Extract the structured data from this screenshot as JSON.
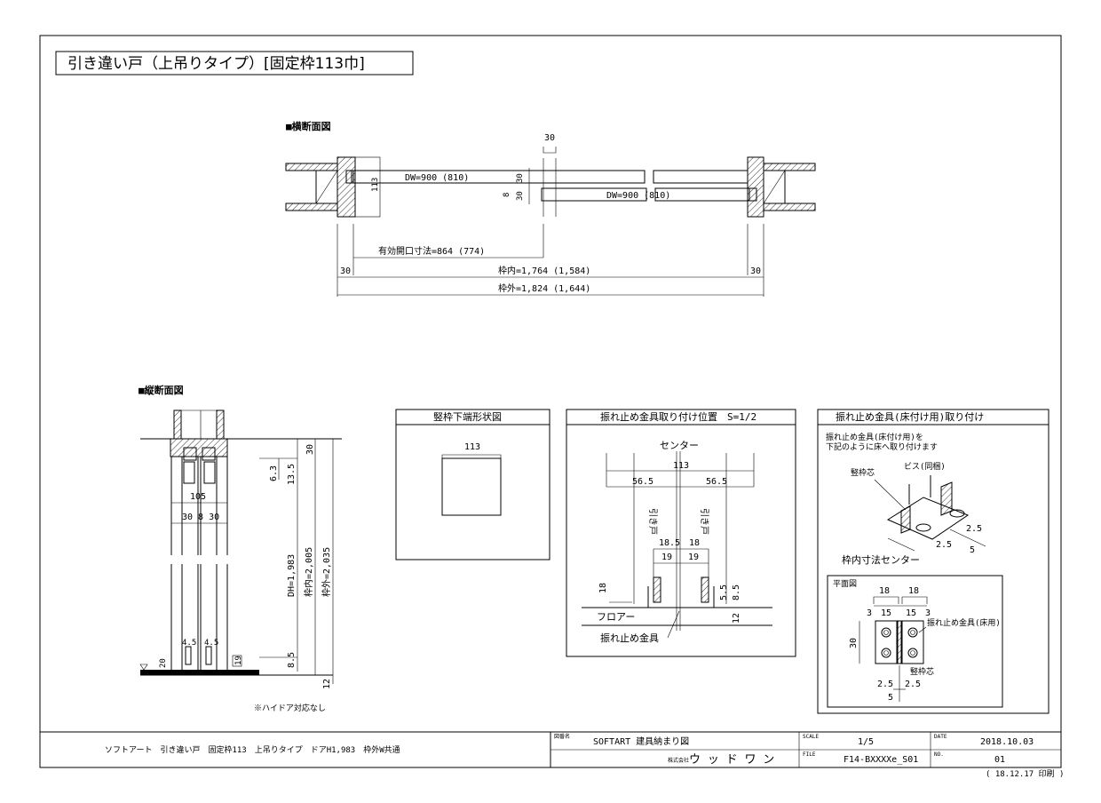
{
  "title": "引き違い戸（上吊りタイプ）[固定枠113巾]",
  "plan_section": {
    "heading": "■横断面図",
    "gap": "30",
    "door_left": "DW=900 (810)",
    "door_right": "DW=900 (810)",
    "thickness": "113",
    "offset_30a": "30",
    "offset_30b": "30",
    "offset_8": "8",
    "effective_opening": "有効開口寸法=864 (774)",
    "frame_side_left": "30",
    "frame_side_right": "30",
    "frame_inner": "枠内=1,764 (1,584)",
    "frame_outer": "枠外=1,824 (1,644)"
  },
  "vertical_section": {
    "heading": "■縦断面図",
    "d105": "105",
    "d30830": "30 8 30",
    "d30": "30",
    "d63": "6.3",
    "d135": "13.5",
    "dh": "DH=1,983",
    "inner_h": "枠内=2,005",
    "outer_h": "枠外=2,035",
    "d45a": "4.5",
    "d45b": "4.5",
    "d20": "20",
    "d19": "19",
    "d85": "8.5",
    "d12": "12",
    "note": "※ハイドア対応なし"
  },
  "frame_profile": {
    "heading": "竪枠下端形状図",
    "width": "113"
  },
  "stopper_position": {
    "heading": "振れ止め金具取り付け位置　S=1/2",
    "center": "センター",
    "d113": "113",
    "d565a": "56.5",
    "d565b": "56.5",
    "door_left": "引き戸",
    "door_right": "引き戸",
    "d185": "18.5",
    "d18": "18",
    "d19a": "19",
    "d19b": "19",
    "d18v": "18",
    "d55": "5.5",
    "d85": "8.5",
    "d12": "12",
    "floor": "フロアー",
    "bracket": "振れ止め金具"
  },
  "stopper_install": {
    "heading": "振れ止め金具(床付け用)取り付け",
    "note1": "振れ止め金具(床付け用)を",
    "note2": "下記のように床へ取り付けます",
    "screw": "ビス(同梱)",
    "core": "竪枠芯",
    "d25a": "2.5",
    "d25b": "2.5",
    "d5": "5",
    "center": "枠内寸法センター",
    "plan_heading": "平面図",
    "p18a": "18",
    "p18b": "18",
    "p3a": "3",
    "p15a": "15",
    "p15b": "15",
    "p3b": "3",
    "p30": "30",
    "p_bracket": "振れ止め金具(床用)",
    "p_core": "竪枠芯",
    "p25a": "2.5",
    "p25b": "2.5",
    "p5": "5"
  },
  "title_block": {
    "description": "ソフトアート　引き違い戸　固定枠113　上吊りタイプ　ドアH1,983　枠外W共通",
    "drawing_label": "図番名",
    "drawing_name": "SOFTART 建具納まり図",
    "company_label": "株式会社",
    "company": "ウ ッ ド ワ ン",
    "scale_label": "SCALE",
    "scale": "1/5",
    "file_label": "FILE",
    "file": "F14-BXXXXe_S01",
    "date_label": "DATE",
    "date": "2018.10.03",
    "no_label": "NO.",
    "no": "01",
    "print": "( 18.12.17 印刷 )"
  }
}
